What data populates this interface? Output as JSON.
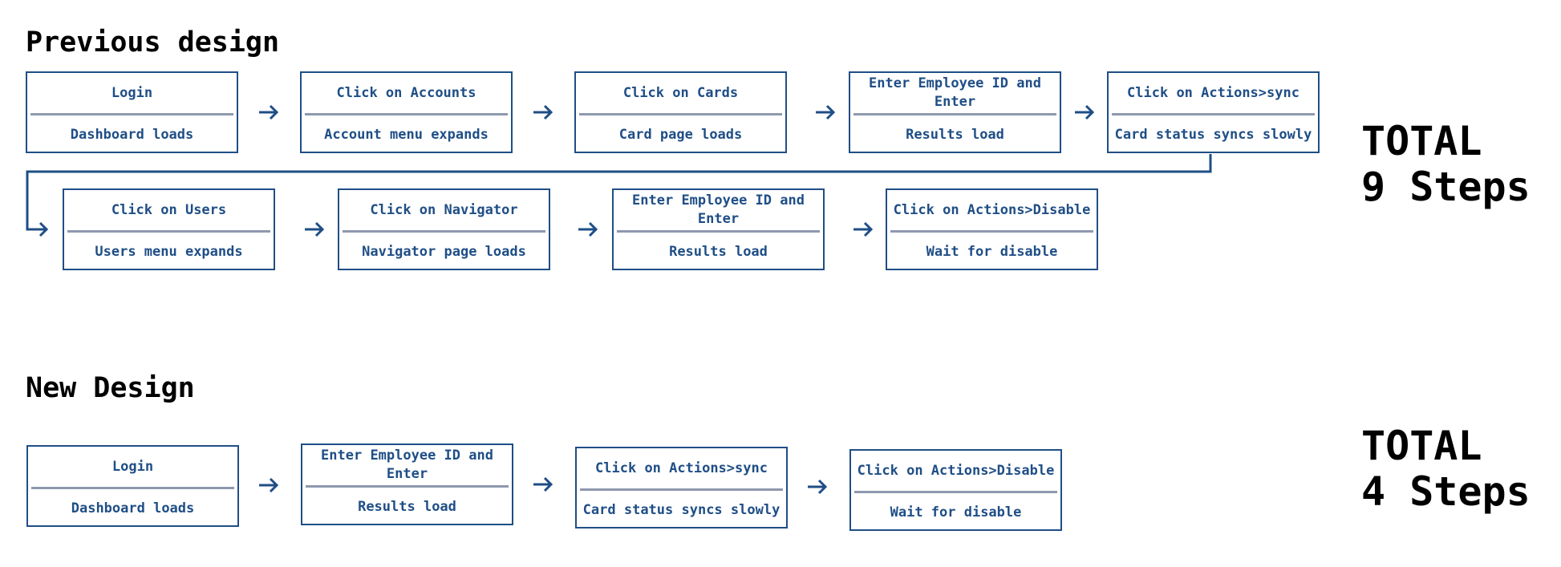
{
  "colors": {
    "box_border": "#1f4e86",
    "text": "#1f4e86",
    "divider": "#8e99af",
    "arrow": "#1f4e86"
  },
  "previous": {
    "title": "Previous design",
    "total_line1": "TOTAL",
    "total_line2": "9 Steps",
    "steps": [
      {
        "action": "Login",
        "result": "Dashboard loads"
      },
      {
        "action": "Click on Accounts",
        "result": "Account menu expands"
      },
      {
        "action": "Click on Cards",
        "result": "Card page loads"
      },
      {
        "action": "Enter Employee ID and Enter",
        "result": "Results load"
      },
      {
        "action": "Click on Actions>sync",
        "result": "Card status syncs slowly"
      },
      {
        "action": "Click on Users",
        "result": "Users menu expands"
      },
      {
        "action": "Click on Navigator",
        "result": "Navigator page loads"
      },
      {
        "action": "Enter Employee ID and Enter",
        "result": "Results load"
      },
      {
        "action": "Click on Actions>Disable",
        "result": "Wait for disable"
      }
    ]
  },
  "new": {
    "title": "New Design",
    "total_line1": "TOTAL",
    "total_line2": "4 Steps",
    "steps": [
      {
        "action": "Login",
        "result": "Dashboard loads"
      },
      {
        "action": "Enter Employee ID and Enter",
        "result": "Results load"
      },
      {
        "action": "Click on Actions>sync",
        "result": "Card status syncs slowly"
      },
      {
        "action": "Click on Actions>Disable",
        "result": "Wait for disable"
      }
    ]
  }
}
